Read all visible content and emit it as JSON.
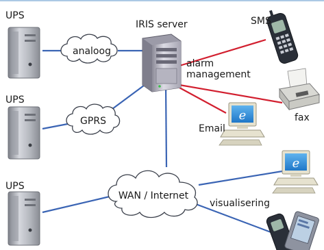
{
  "labels": {
    "ups_top": "UPS",
    "ups_mid": "UPS",
    "ups_bottom": "UPS",
    "server": "IRIS server",
    "alarm_line1": "alarm",
    "alarm_line2": "management",
    "sms": "SMS",
    "fax": "fax",
    "email": "Email",
    "visualisering": "visualisering"
  },
  "clouds": {
    "analoog": "analoog",
    "gprs": "GPRS",
    "wan": "WAN / Internet"
  },
  "colors": {
    "network_link": "#3a64b4",
    "alarm_link": "#d21f2f",
    "top_rule": "#8fb7db",
    "ups_body": "#b9bcc4",
    "server_body": "#c9c8d2"
  },
  "icons": [
    "ups-cabinet-icon",
    "server-tower-icon",
    "mobile-phone-icon",
    "fax-machine-icon",
    "desktop-computer-icon",
    "pda-icon",
    "cloud-icon"
  ]
}
